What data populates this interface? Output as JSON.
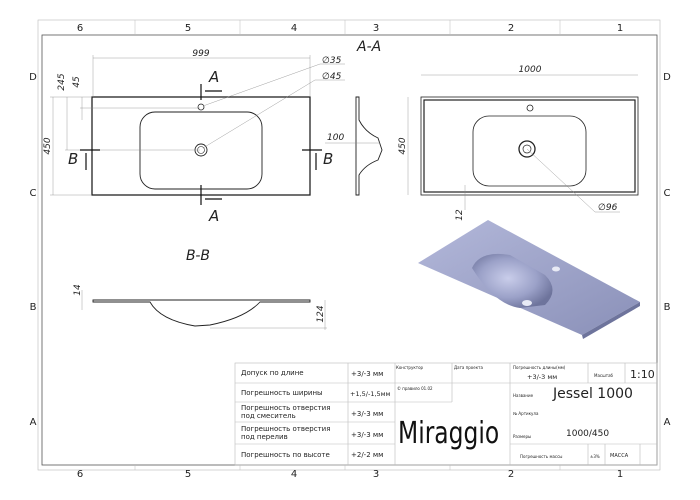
{
  "frame": {
    "columns": [
      "6",
      "5",
      "4",
      "3",
      "2",
      "1"
    ],
    "rows": [
      "D",
      "C",
      "B",
      "A"
    ]
  },
  "views": {
    "top_view": {
      "width_dim": "999",
      "height_dim": "450",
      "dim_245": "245",
      "dim_45": "45",
      "hole_35": "∅35",
      "hole_45": "∅45",
      "section_a": "A",
      "section_b": "B"
    },
    "section_aa": {
      "title": "A-A",
      "dim_100": "100"
    },
    "right_view": {
      "width_dim": "1000",
      "height_dim": "450",
      "dim_12": "12",
      "drain_96": "∅96"
    },
    "section_bb": {
      "title": "B-B",
      "dim_14": "14",
      "dim_124": "124"
    }
  },
  "title_block": {
    "tolerances": [
      {
        "label": "Допуск по длине",
        "value": "+3/-3 мм"
      },
      {
        "label": "Погрешность ширины",
        "value": "+1,5/-1,5мм"
      },
      {
        "label": "Погрешность отверстия под смеситель",
        "value": "+3/-3 мм"
      },
      {
        "label": "Погрешность отверстия под перелив",
        "value": "+3/-3 мм"
      },
      {
        "label": "Погрешность по высоте",
        "value": "+2/-2 мм"
      }
    ],
    "designer_label": "Конструктор",
    "date_label": "Дата проекта",
    "rule_label": "© правило 01.02",
    "brand": "Miraggio",
    "length_tol_label": "Погрешность длины(мм)",
    "length_tol_value": "+3/-3 мм",
    "scale_label": "Масштаб",
    "scale_value": "1:10",
    "name_label": "Название",
    "name_value": "Jessel 1000",
    "article_label": "№ Артикула",
    "size_label": "Размеры",
    "size_value": "1000/450",
    "mass_tol_label": "Погрешность массы",
    "mass_tol_value": "±3%",
    "mass_label": "МАССА"
  },
  "colors": {
    "line": "#222222",
    "render": "#9aa0c4"
  }
}
